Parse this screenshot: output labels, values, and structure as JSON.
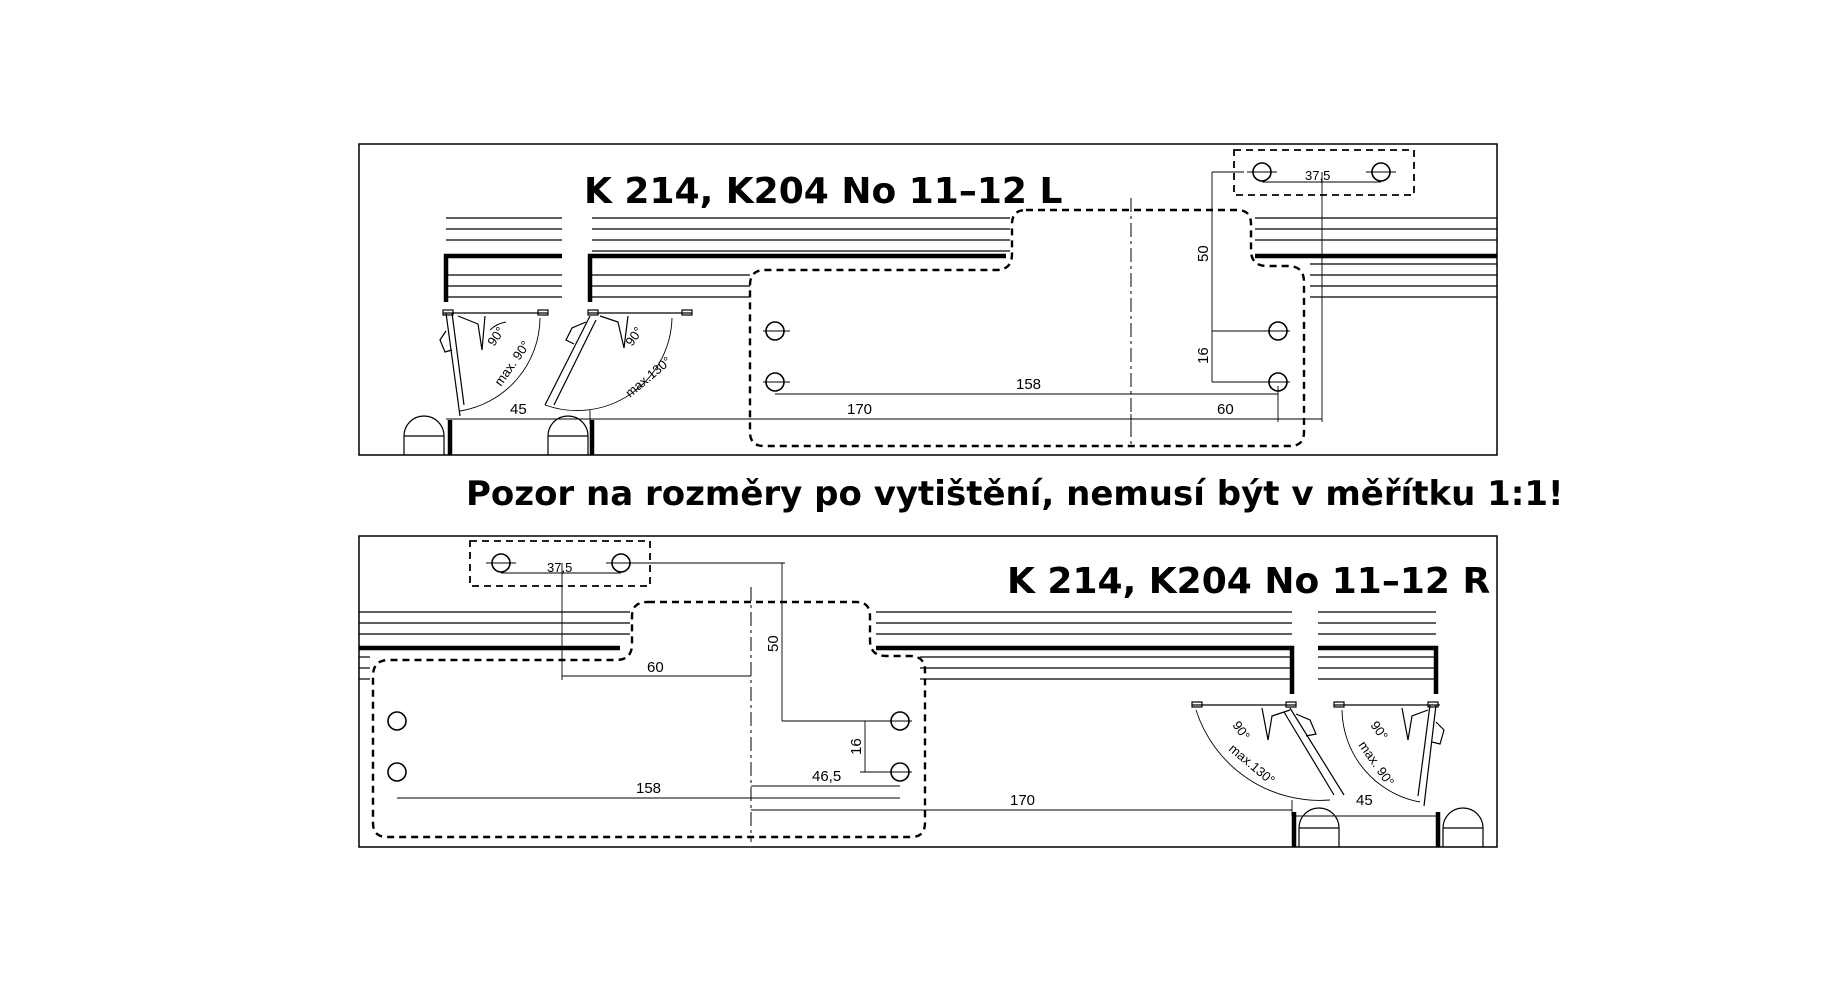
{
  "title_left": "K 214, K204 No 11–12 L",
  "title_right": "K 214, K204 No 11–12 R",
  "warning": "Pozor na rozměry po vytištění, nemusí být v měřítku 1:1!",
  "left_panel": {
    "dim_37_5": "37,5",
    "dim_50": "50",
    "dim_16": "16",
    "dim_158": "158",
    "dim_170": "170",
    "dim_60": "60",
    "dim_45": "45",
    "angle_90_a": "90°",
    "angle_max90": "max. 90°",
    "angle_90_b": "90°",
    "angle_max130": "max.130°"
  },
  "right_panel": {
    "dim_37_5": "37,5",
    "dim_50": "50",
    "dim_60": "60",
    "dim_16": "16",
    "dim_158": "158",
    "dim_46_5": "46,5",
    "dim_170": "170",
    "dim_45": "45",
    "angle_90_a": "90°",
    "angle_max130": "max.130°",
    "angle_90_b": "90°",
    "angle_max90": "max. 90°"
  },
  "colors": {
    "ink": "#000000",
    "paper": "#ffffff"
  }
}
